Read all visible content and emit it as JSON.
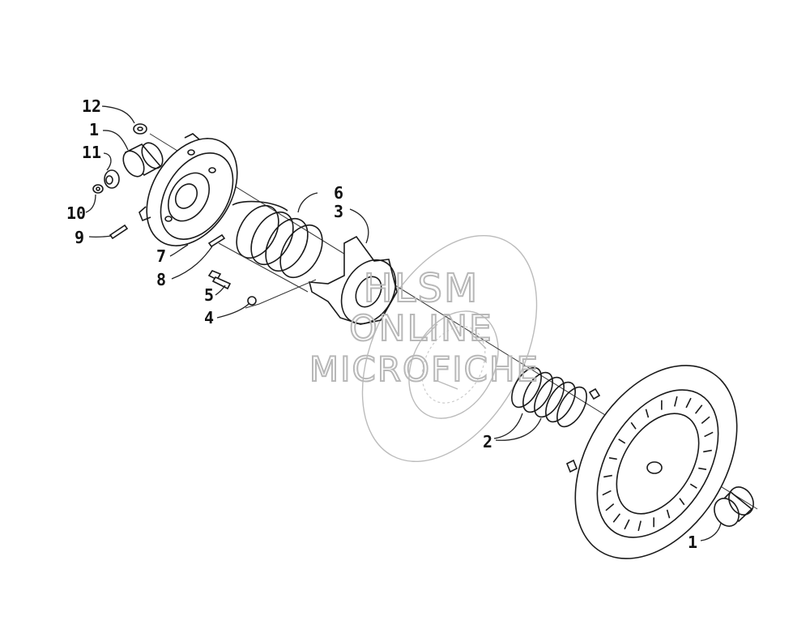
{
  "callouts": [
    {
      "n": "12"
    },
    {
      "n": "1"
    },
    {
      "n": "11"
    },
    {
      "n": "10"
    },
    {
      "n": "9"
    },
    {
      "n": "7"
    },
    {
      "n": "8"
    },
    {
      "n": "6"
    },
    {
      "n": "3"
    },
    {
      "n": "5"
    },
    {
      "n": "4"
    },
    {
      "n": "2"
    },
    {
      "n": "1"
    }
  ],
  "watermark": {
    "line1": "HLSM",
    "line2": "ONLINE",
    "line3": "MICROFICHE"
  },
  "colors": {
    "ink": "#1a1a1a",
    "watermark": "#b8b8b8",
    "background": "#ffffff"
  }
}
